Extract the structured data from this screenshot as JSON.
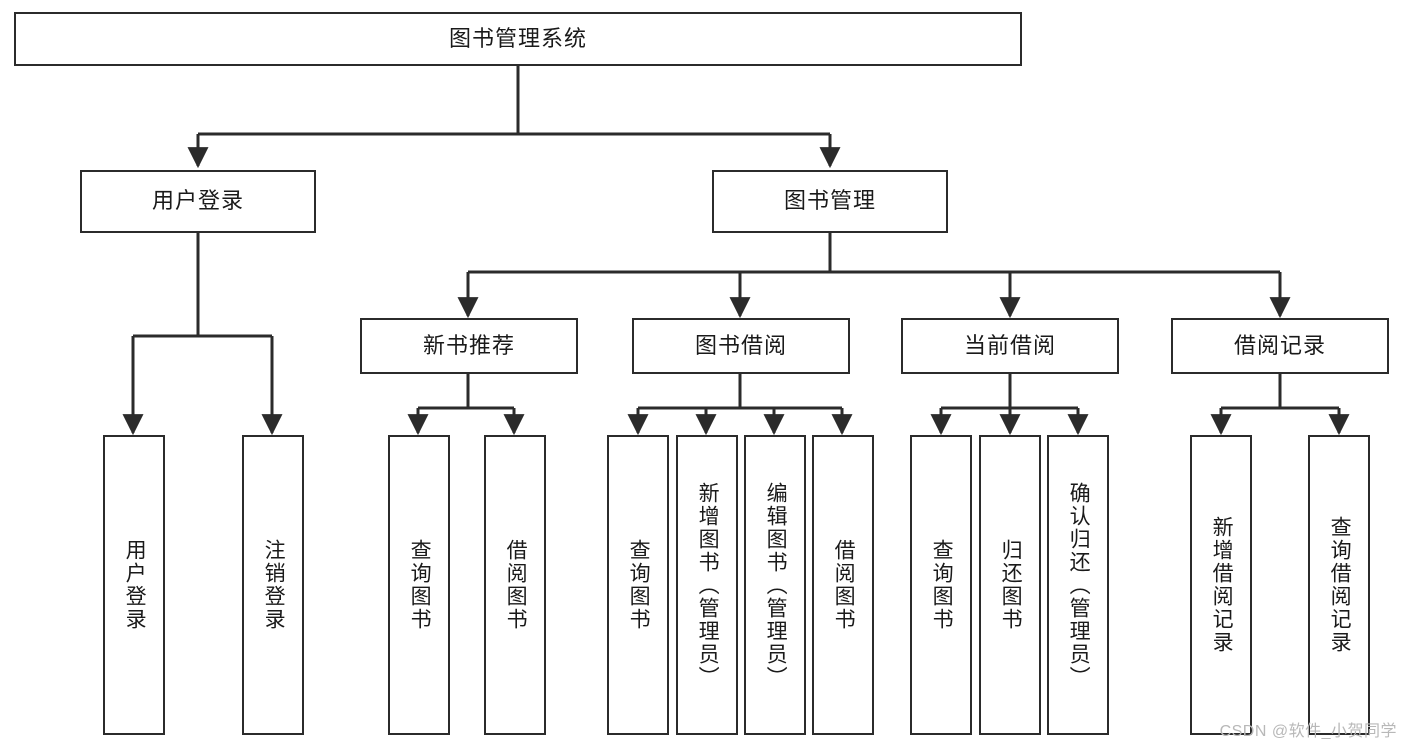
{
  "diagram": {
    "title": "图书管理系统",
    "type": "tree",
    "orientation": "top-down",
    "line_color": "#2b2b2b",
    "box_fill": "#ffffff",
    "background": "#ffffff"
  },
  "nodes": {
    "root": {
      "label": "图书管理系统",
      "level": 1
    },
    "login": {
      "label": "用户登录",
      "level": 2
    },
    "bookmgmt": {
      "label": "图书管理",
      "level": 2
    },
    "newbook": {
      "label": "新书推荐",
      "level": 3
    },
    "borrow": {
      "label": "图书借阅",
      "level": 3
    },
    "current": {
      "label": "当前借阅",
      "level": 3
    },
    "records": {
      "label": "借阅记录",
      "level": 3
    },
    "leaf_login_1": {
      "label": "用户登录",
      "level": 4
    },
    "leaf_login_2": {
      "label": "注销登录",
      "level": 4
    },
    "leaf_new_1": {
      "label": "查询图书",
      "level": 4
    },
    "leaf_new_2": {
      "label": "借阅图书",
      "level": 4
    },
    "leaf_borrow_1": {
      "label": "查询图书",
      "level": 4
    },
    "leaf_borrow_2": {
      "label": "新增图书（管理员）",
      "level": 4
    },
    "leaf_borrow_3": {
      "label": "编辑图书（管理员）",
      "level": 4
    },
    "leaf_borrow_4": {
      "label": "借阅图书",
      "level": 4
    },
    "leaf_cur_1": {
      "label": "查询图书",
      "level": 4
    },
    "leaf_cur_2": {
      "label": "归还图书",
      "level": 4
    },
    "leaf_cur_3": {
      "label": "确认归还（管理员）",
      "level": 4
    },
    "leaf_rec_1": {
      "label": "新增借阅记录",
      "level": 4
    },
    "leaf_rec_2": {
      "label": "查询借阅记录",
      "level": 4
    }
  },
  "watermark": {
    "text": "CSDN @软件_小贺同学"
  }
}
